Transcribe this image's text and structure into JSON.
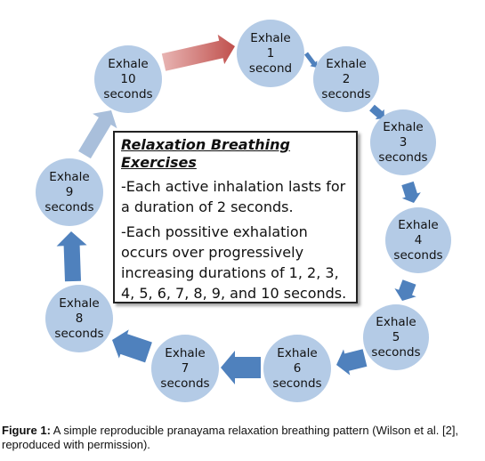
{
  "nodes": [
    {
      "label": [
        "Exhale",
        "1",
        "second"
      ]
    },
    {
      "label": [
        "Exhale",
        "2",
        "seconds"
      ]
    },
    {
      "label": [
        "Exhale",
        "3",
        "seconds"
      ]
    },
    {
      "label": [
        "Exhale",
        "4",
        "seconds"
      ]
    },
    {
      "label": [
        "Exhale",
        "5",
        "seconds"
      ]
    },
    {
      "label": [
        "Exhale",
        "6",
        "seconds"
      ]
    },
    {
      "label": [
        "Exhale",
        "7",
        "seconds"
      ]
    },
    {
      "label": [
        "Exhale",
        "8",
        "seconds"
      ]
    },
    {
      "label": [
        "Exhale",
        "9",
        "seconds"
      ]
    },
    {
      "label": [
        "Exhale",
        "10",
        "seconds"
      ]
    }
  ],
  "box": {
    "title": "Relaxation Breathing Exercises",
    "line1": "-Each active inhalation lasts for a duration of 2 seconds.",
    "line2": "-Each possitive exhalation occurs over progressively increasing durations of 1, 2, 3, 4, 5, 6, 7, 8, 9, and 10 seconds."
  },
  "caption": {
    "label": "Figure 1:",
    "text": " A simple reproducible pranayama relaxation breathing pattern (Wilson et al. [2], reproduced with permission)."
  },
  "colors": {
    "node_fill": "#b4cbe6",
    "arrow_blue": "#4f81bd",
    "arrow_light": "#a9bfdb",
    "arrow_red": "#c0504d"
  }
}
